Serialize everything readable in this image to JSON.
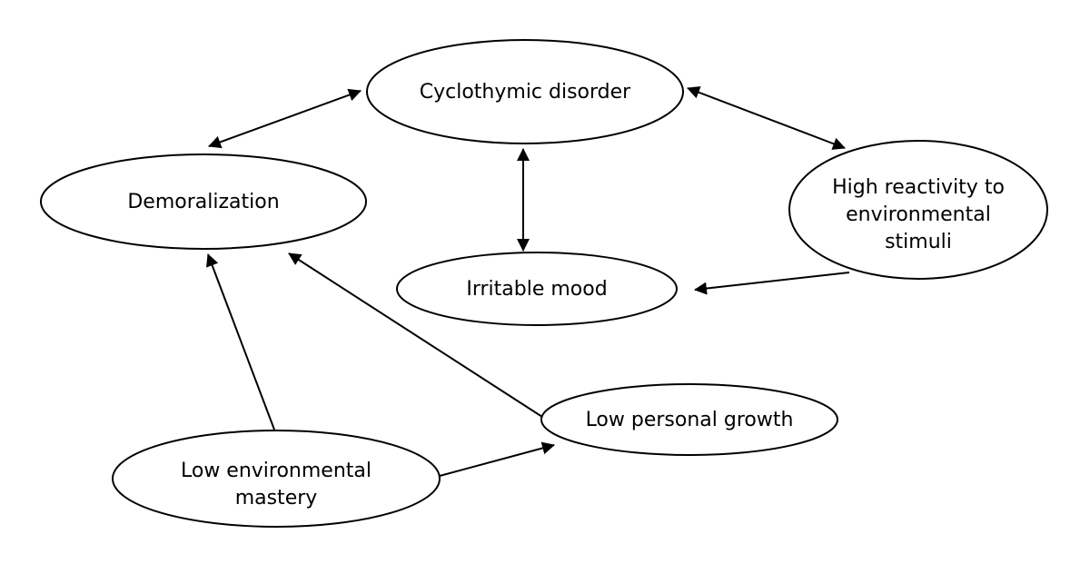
{
  "diagram": {
    "nodes": {
      "cyclothymic": {
        "lines": [
          "Cyclothymic disorder"
        ]
      },
      "demoralization": {
        "lines": [
          "Demoralization"
        ]
      },
      "reactivity": {
        "lines": [
          "High reactivity to",
          "environmental",
          "stimuli"
        ]
      },
      "irritable": {
        "lines": [
          "Irritable mood"
        ]
      },
      "growth": {
        "lines": [
          "Low personal growth"
        ]
      },
      "mastery": {
        "lines": [
          "Low environmental",
          "mastery"
        ]
      }
    },
    "edges": [
      {
        "from": "cyclothymic",
        "to": "demoralization",
        "direction": "both"
      },
      {
        "from": "cyclothymic",
        "to": "reactivity",
        "direction": "both"
      },
      {
        "from": "cyclothymic",
        "to": "irritable",
        "direction": "both"
      },
      {
        "from": "reactivity",
        "to": "irritable",
        "direction": "forward"
      },
      {
        "from": "mastery",
        "to": "demoralization",
        "direction": "forward"
      },
      {
        "from": "growth",
        "to": "demoralization",
        "direction": "forward"
      },
      {
        "from": "mastery",
        "to": "growth",
        "direction": "forward"
      }
    ],
    "colors": {
      "stroke": "#000000",
      "fill": "#ffffff",
      "text": "#000000"
    }
  }
}
